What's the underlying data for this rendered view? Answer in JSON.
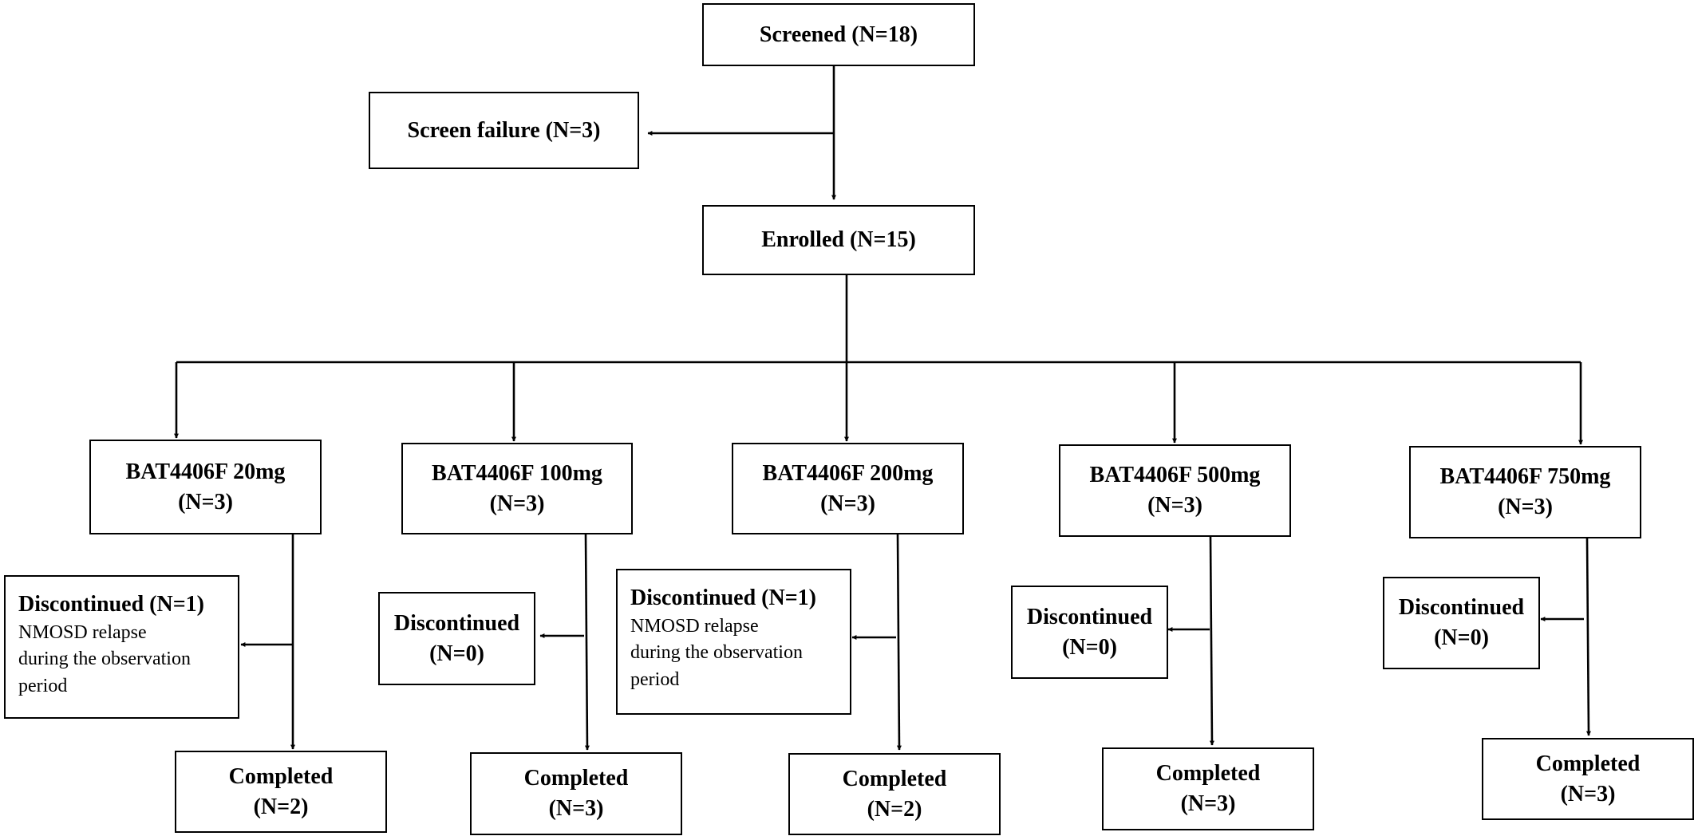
{
  "nodes": {
    "screened": "Screened (N=18)",
    "screen_failure": "Screen failure (N=3)",
    "enrolled": "Enrolled (N=15)",
    "arms": [
      {
        "title": "BAT4406F 20mg",
        "n": "(N=3)",
        "disc_title": "Discontinued (N=1)",
        "disc_lines": [
          "NMOSD relapse",
          "during the observation",
          "period"
        ],
        "completed": "Completed",
        "completed_n": "(N=2)"
      },
      {
        "title": "BAT4406F 100mg",
        "n": "(N=3)",
        "disc_title": "Discontinued",
        "disc_n": "(N=0)",
        "completed": "Completed",
        "completed_n": "(N=3)"
      },
      {
        "title": "BAT4406F 200mg",
        "n": "(N=3)",
        "disc_title": "Discontinued (N=1)",
        "disc_lines": [
          "NMOSD relapse",
          "during the observation",
          "period"
        ],
        "completed": "Completed",
        "completed_n": "(N=2)"
      },
      {
        "title": "BAT4406F 500mg",
        "n": "(N=3)",
        "disc_title": "Discontinued",
        "disc_n": "(N=0)",
        "completed": "Completed",
        "completed_n": "(N=3)"
      },
      {
        "title": "BAT4406F 750mg",
        "n": "(N=3)",
        "disc_title": "Discontinued",
        "disc_n": "(N=0)",
        "completed": "Completed",
        "completed_n": "(N=3)"
      }
    ]
  }
}
